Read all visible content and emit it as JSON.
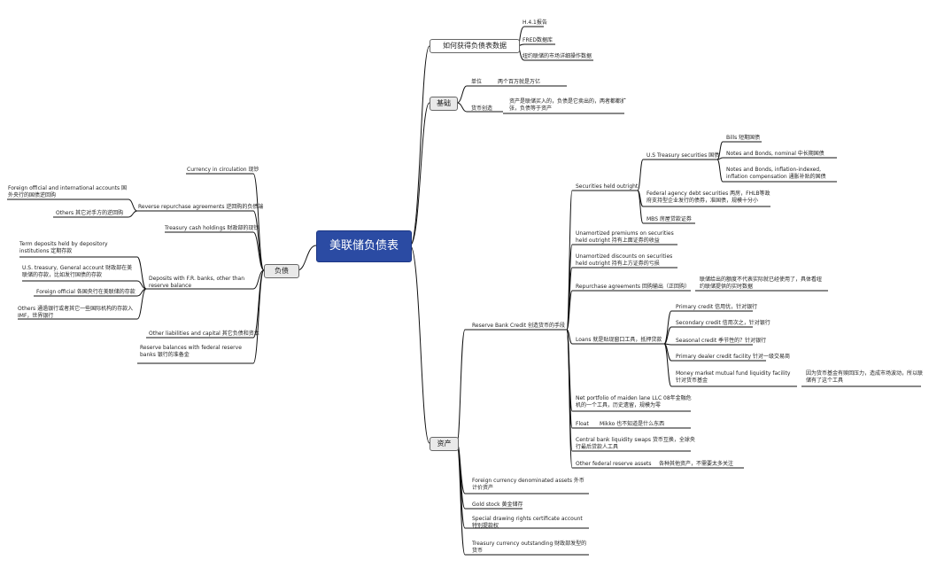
{
  "root": {
    "title": "美联储负债表"
  },
  "top": {
    "label": "如何获得负债表数据",
    "items": [
      "H.4.1报告",
      "FRED数据库",
      "纽约联储的市场详细操作数据"
    ]
  },
  "basics": {
    "label": "基础",
    "unit_label": "单位",
    "unit_value": "两个百万就是万亿",
    "creation_label": "货币创造",
    "creation_value": "资产是联储买入的，负债是它卖出的，两者都都扩张，负债等于资产"
  },
  "liabilities": {
    "label": "负债",
    "items": [
      "Currency in circulation 现钞",
      "Reverse repurchase agreements 逆回购的负债端",
      "Treasury cash holdings 财政部的现钞",
      "Deposits with F.R. banks, other than reserve balance",
      "Other liabilities and capital 其它负债和资本",
      "Reserve balances with federal reserve banks 银行的准备金"
    ],
    "reverse_repo_children": [
      "Foreign official and international accounts 国外央行的国债逆回购",
      "Others 其它对手方的逆回购"
    ],
    "deposit_children": [
      "Term deposits held by depository institutions 定期存款",
      "U.S. treasury, General account 财政部在美联储的存款，比如发行国债的存款",
      "Foreign official 各国央行在美联储的存款",
      "Others 通過银行或者其它一些国际机构的存款入IMF，世界银行"
    ]
  },
  "assets": {
    "label": "资产",
    "reserve_credit": "Reserve Bank Credit 创造货币的手段",
    "securities": "Securities held outright",
    "ust": "U.S Treasury securities 国债",
    "ust_children": [
      "Bills 短期国债",
      "Notes and Bonds, nominal 中长期国债",
      "Notes and Bonds, inflation-indexed, inflation compensation 通胀补贴的国债"
    ],
    "agency": "Federal agency debt securities 两房，FHLB等政府支持型企业发行的债券，准国债，规模十分小",
    "mbs": "MBS 房屋贷款证券",
    "unamort_prem": "Unamortized premiums on securities held outright 持有上面证券的收益",
    "unamort_disc": "Unamortized discounts on securities held outright 持有上方证券的亏损",
    "repo": "Repurchase agreements 回购输出（正回购）",
    "repo_note": "联储给出的额度不代表实际就已经使用了，具体看纽约联储提供的实时数据",
    "loans": "Loans 就是贴现窗口工具，抵押贷款",
    "loan_children": [
      "Primary credit 信用优，针对银行",
      "Secondary credit 信用次之，针对银行",
      "Seasonal credit 季节性的？针对银行",
      "Primary dealer credit facility 针对一级交易商",
      "Money market mutual fund liquidity facility 针对货币基金"
    ],
    "mmf_note": "因为货币基金有赎回压力，造成市场波动，所以联储有了这个工具",
    "maiden": "Net portfolio of maiden lane LLC 08年金融危机的一个工具，历史遗留，规模为零",
    "float": "Float",
    "float_note": "Mikko 也不知道是什么东西",
    "swaps": "Central bank liquidity swaps 货币互换，全球央行最后贷款人工具",
    "other_res": "Other federal reserve assets",
    "other_res_note": "各种其他资产，不需要太多关注",
    "others": [
      "Foreign currency denominated assets 外币计价资产",
      "Gold stock 黄金储存",
      "Special drawing rights certificate account 特别提款权",
      "Treasury currency outstanding 财政部发型的货币"
    ]
  }
}
